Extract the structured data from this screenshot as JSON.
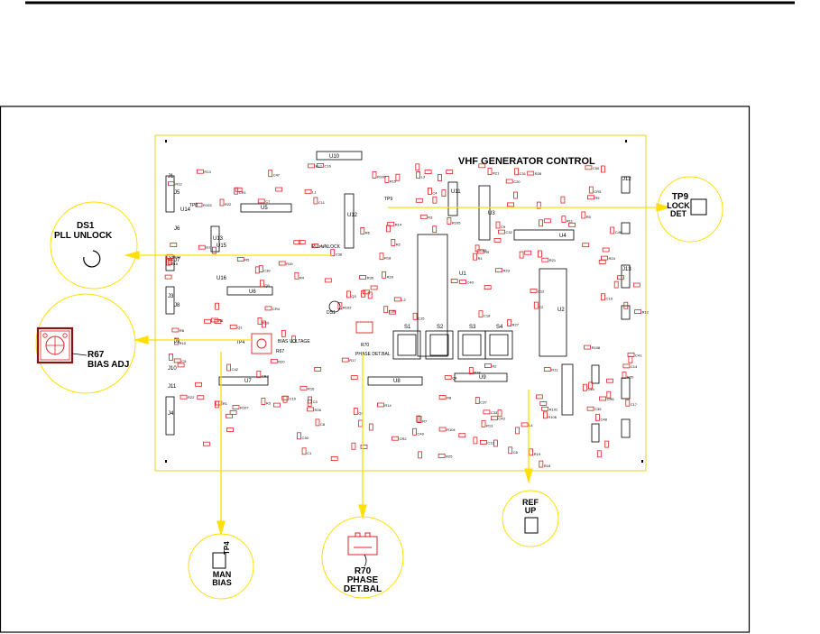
{
  "board": {
    "title": "VHF GENERATOR CONTROL",
    "ic_labels": [
      "U1",
      "U2",
      "U3",
      "U4",
      "U5",
      "U6",
      "U7",
      "U8",
      "U9",
      "U10",
      "U11",
      "U12",
      "U13",
      "U14",
      "U15",
      "U16",
      "J1",
      "J2",
      "J3",
      "J4",
      "J5",
      "J6",
      "J7",
      "J8",
      "J9",
      "J10",
      "J11",
      "J12",
      "J13"
    ],
    "switch_labels": [
      "S1",
      "S2",
      "S3",
      "S4"
    ],
    "component_labels": [
      "R1",
      "R2",
      "R3",
      "R4",
      "R5",
      "R6",
      "R7",
      "R8",
      "R9",
      "R10",
      "R11",
      "R12",
      "R13",
      "R14",
      "R15",
      "R16",
      "R17",
      "R18",
      "R19",
      "R20",
      "R21",
      "R22",
      "R23",
      "R24",
      "R25",
      "R26",
      "R27",
      "R28",
      "R29",
      "R30",
      "C1",
      "C2",
      "C3",
      "C4",
      "C5",
      "C6",
      "C7",
      "C8",
      "C9",
      "C10",
      "C11",
      "C12",
      "C13",
      "C14",
      "C15",
      "C16",
      "C17",
      "C18",
      "C19",
      "C20",
      "CR1",
      "CR2",
      "CR3",
      "CR4",
      "CR5",
      "CR6",
      "L1",
      "L2",
      "L3",
      "L4",
      "Q1",
      "Q2",
      "Q3",
      "Q4",
      "Q5",
      "R100",
      "R101",
      "R102",
      "R103",
      "R104",
      "R105",
      "R106",
      "R107",
      "R108",
      "C30",
      "C31",
      "C32",
      "C33",
      "C34",
      "C35",
      "C36",
      "C37",
      "C38",
      "C39",
      "C40",
      "C41",
      "C42",
      "C43",
      "C44",
      "C45",
      "C46",
      "C47",
      "C48",
      "C49",
      "C50"
    ],
    "board_labels": {
      "pll_unlock": "PLL UNLOCK",
      "bias_voltage": "BIAS VOLTAGE",
      "phase_det_bal": "PHASE DET.BAL",
      "r67": "R67",
      "r70": "R70",
      "tp9": "TP9",
      "tp4": "TP4",
      "ds1": "DS1",
      "tp8": "TP8"
    }
  },
  "callouts": {
    "ds1": {
      "ref": "DS1",
      "label": "PLL UNLOCK"
    },
    "r67": {
      "ref": "R67",
      "label": "BIAS ADJ"
    },
    "tp9": {
      "ref": "TP9",
      "label": "LOCK DET"
    },
    "tp4": {
      "ref": "TP4",
      "label": "MAN BIAS"
    },
    "r70": {
      "ref": "R70",
      "label": "PHASE DET.BAL"
    },
    "ref_up": {
      "label": "REF UP"
    }
  },
  "colors": {
    "component_red": "#e02020",
    "callout_yellow": "#ffe000",
    "board_outline_yellow": "#ead84a",
    "ink": "#000000"
  }
}
